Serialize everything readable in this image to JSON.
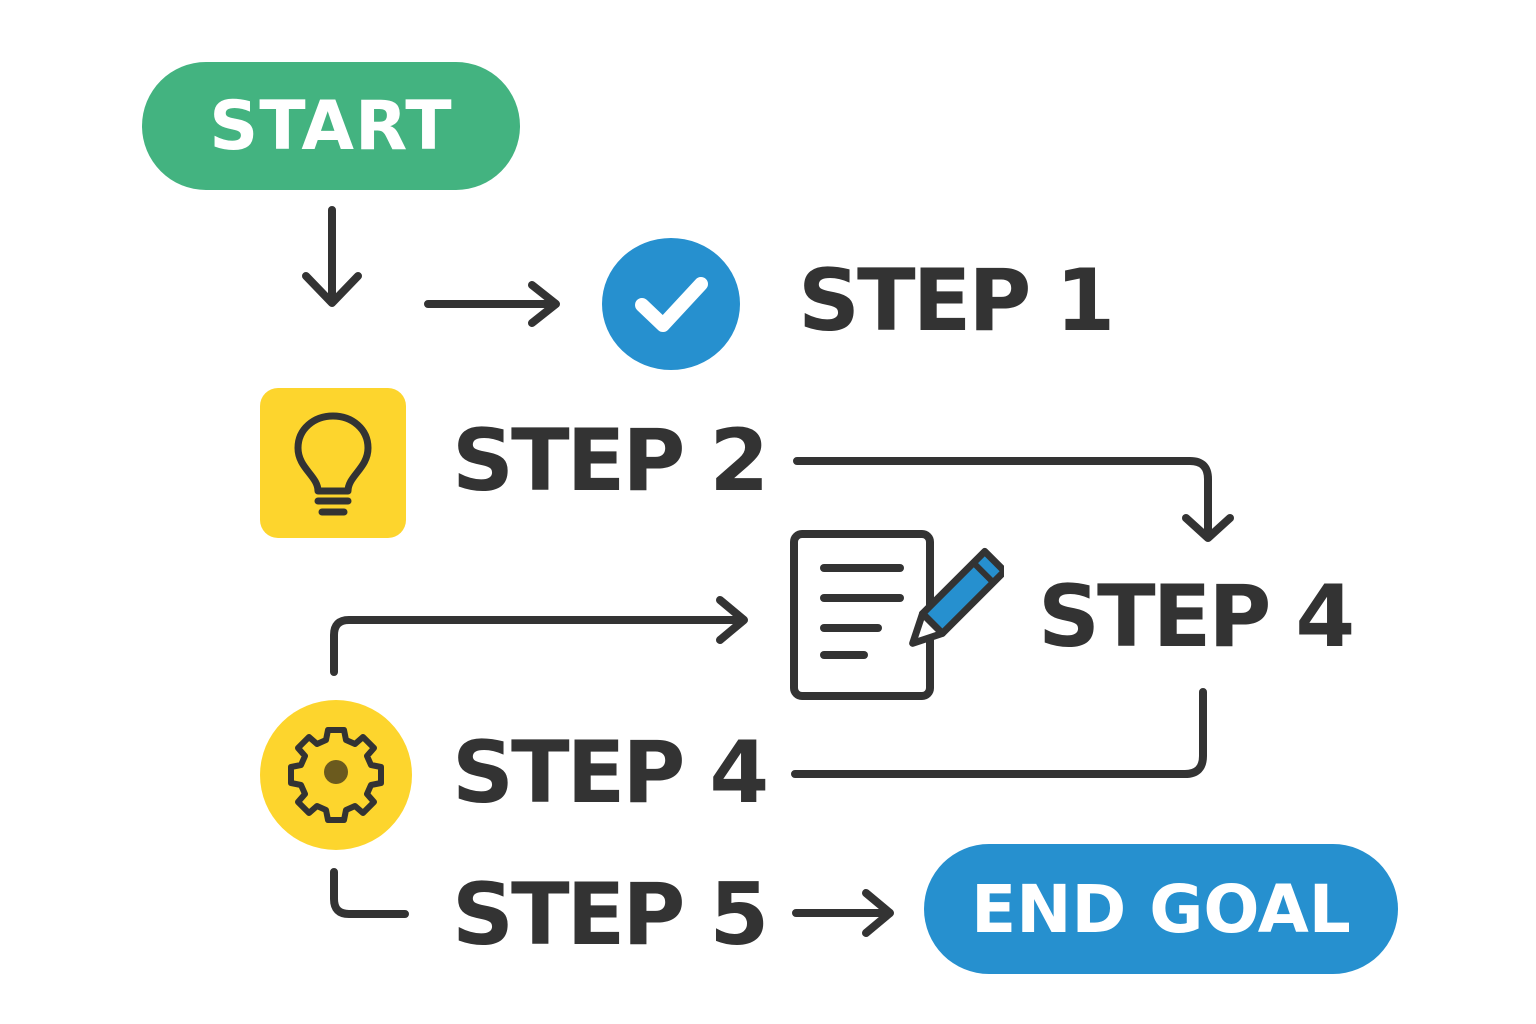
{
  "colors": {
    "start_green": "#43b380",
    "accent_blue": "#2690cf",
    "accent_yellow": "#fdd52d",
    "ink": "#333333"
  },
  "start": {
    "label": "START"
  },
  "end": {
    "label": "END GOAL"
  },
  "steps": [
    {
      "label": "STEP 1",
      "icon": "check-circle-icon"
    },
    {
      "label": "STEP 2",
      "icon": "lightbulb-icon"
    },
    {
      "label": "STEP 4",
      "icon": "document-edit-icon"
    },
    {
      "label": "STEP 4",
      "icon": "gear-icon"
    },
    {
      "label": "STEP 5",
      "icon": ""
    }
  ]
}
